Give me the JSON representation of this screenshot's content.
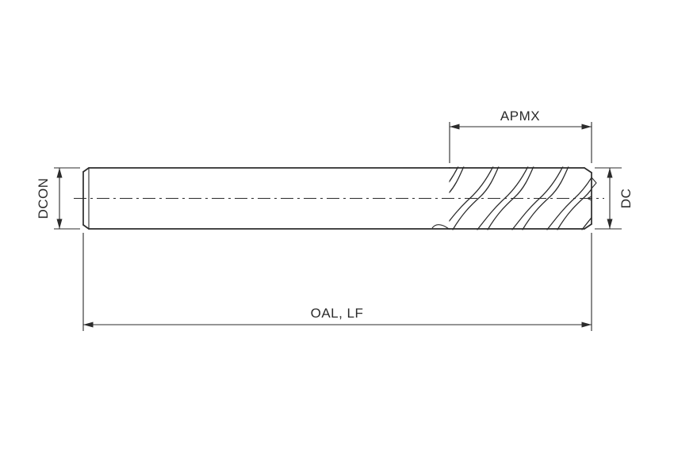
{
  "diagram": {
    "labels": {
      "apmx": "APMX",
      "dcon": "DCON",
      "dc": "DC",
      "oal_lf": "OAL, LF"
    },
    "colors": {
      "line": "#2b2b2b",
      "background": "#ffffff"
    }
  }
}
